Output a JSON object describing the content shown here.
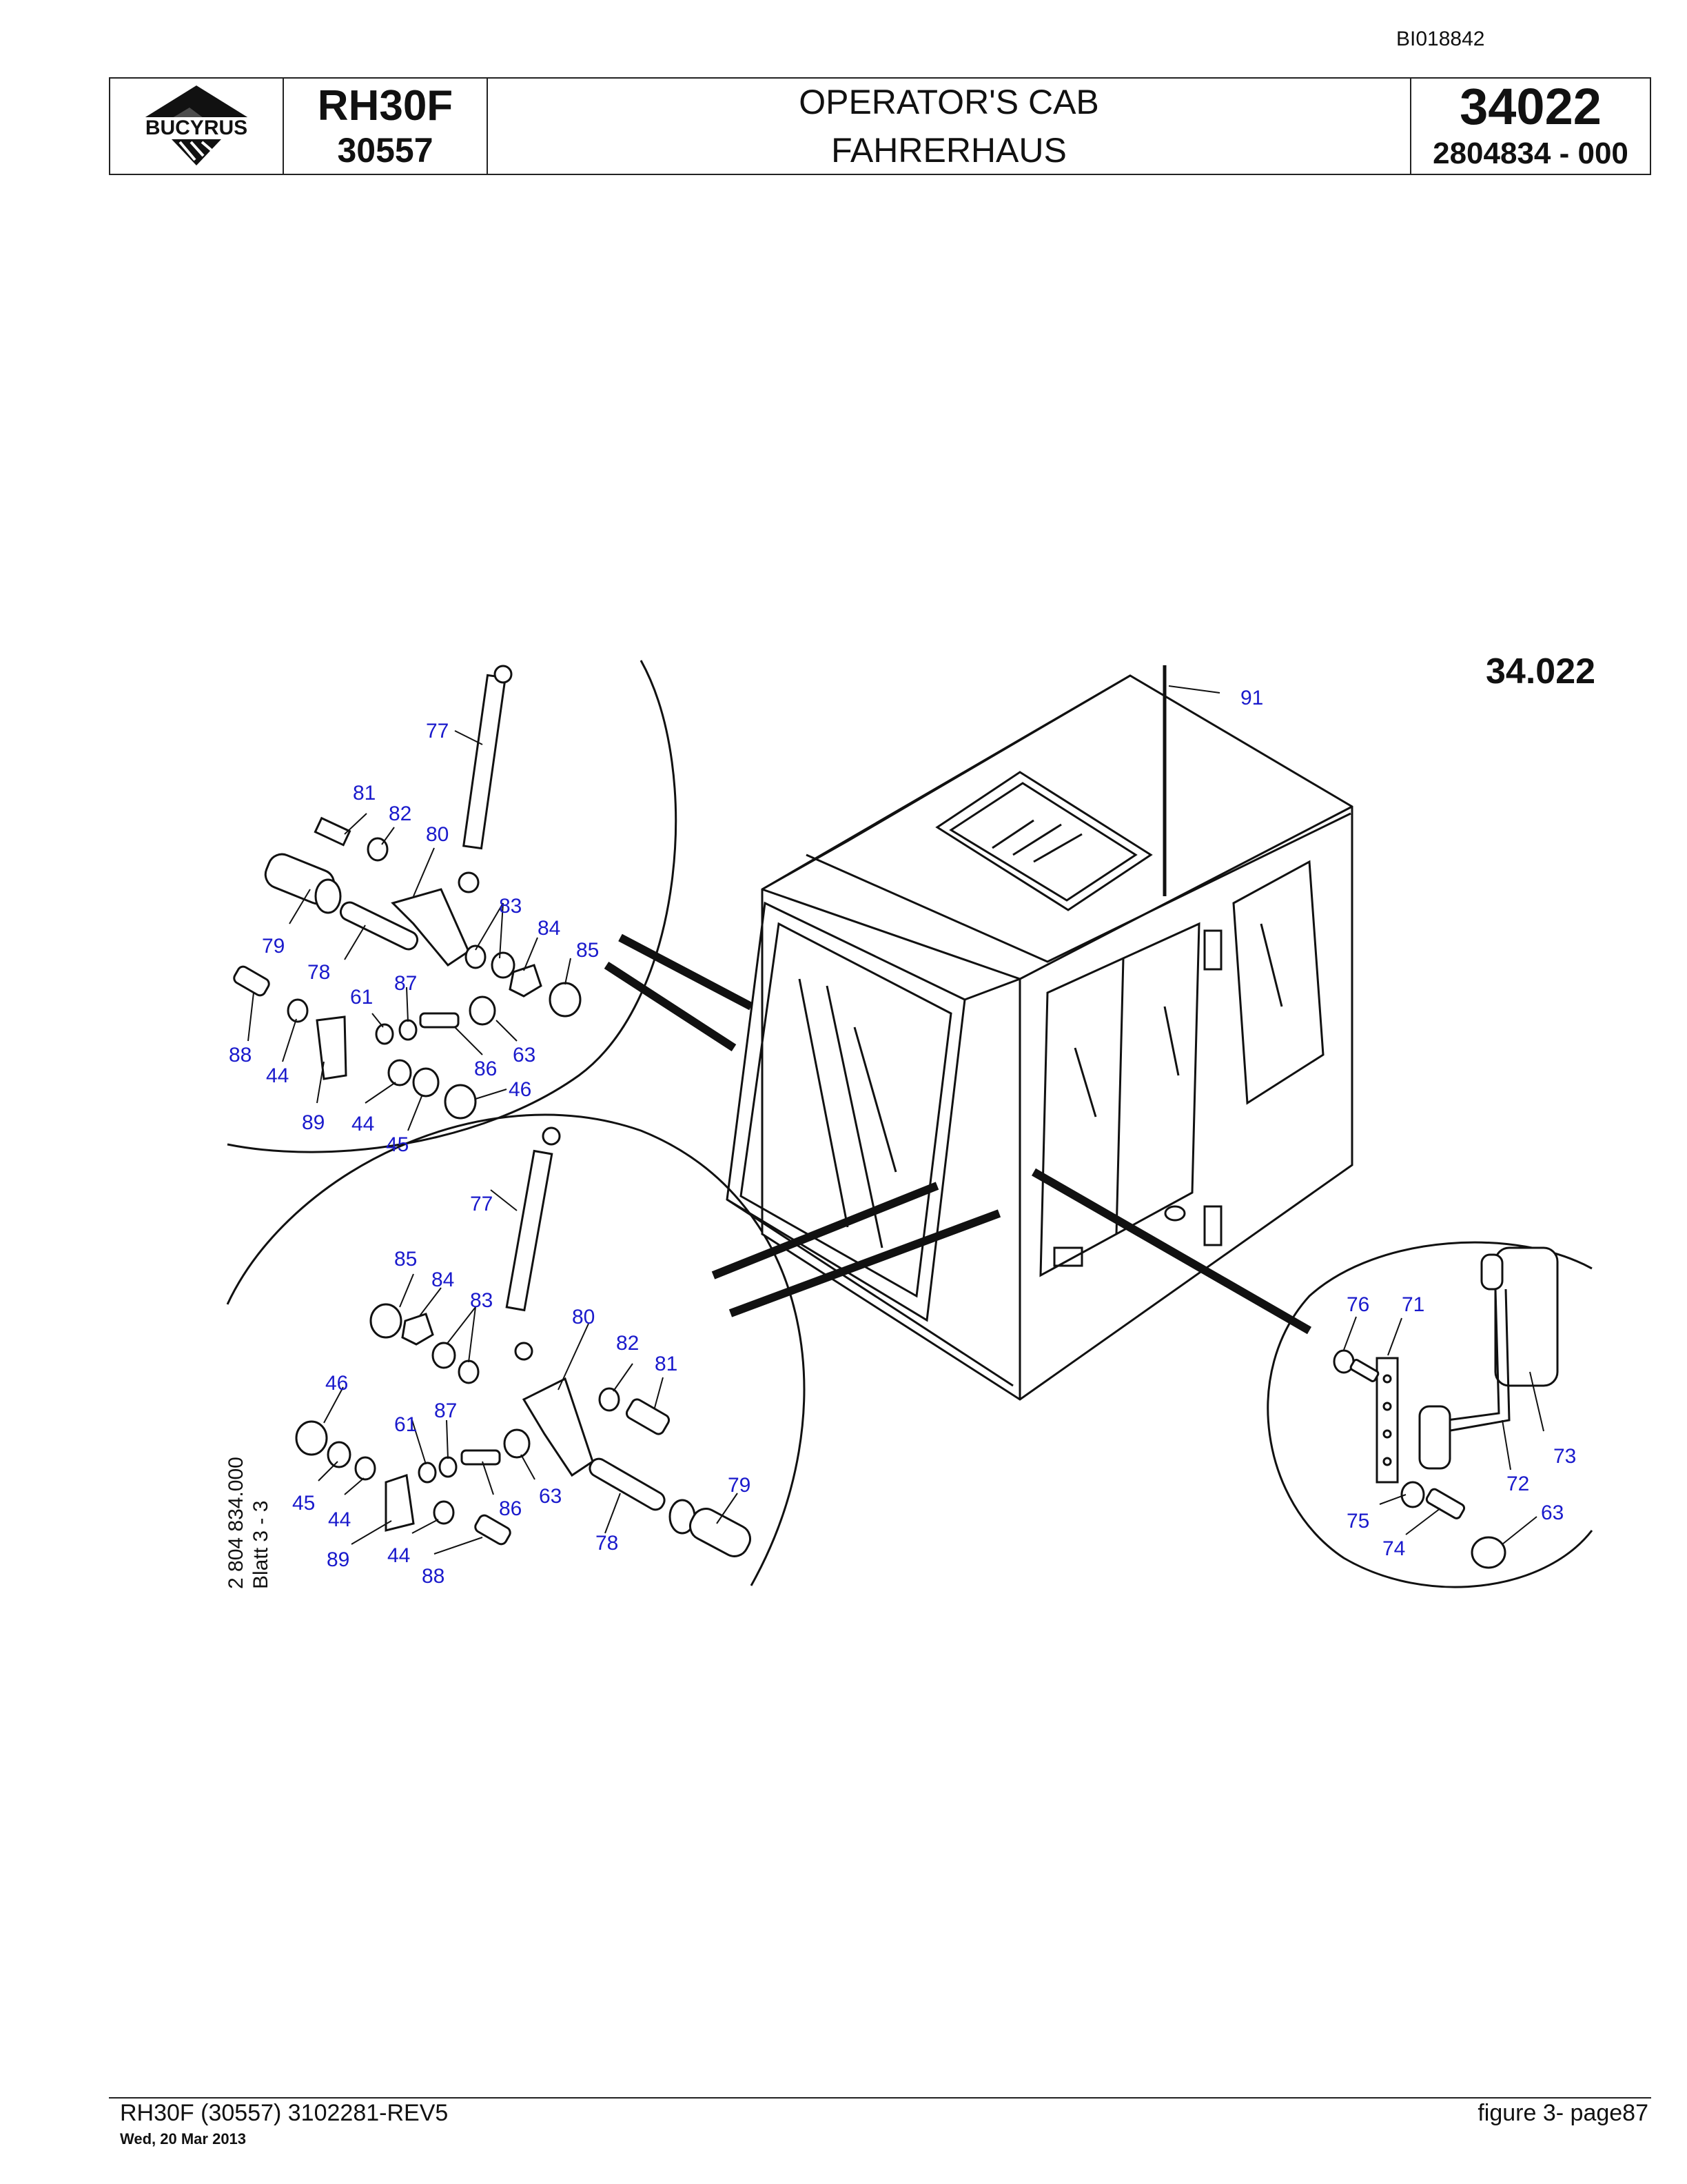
{
  "document": {
    "doc_id": "BI018842",
    "logo_text": "BUCYRUS",
    "model": "RH30F",
    "serial": "30557",
    "title_en": "OPERATOR'S CAB",
    "title_de": "FAHRERHAUS",
    "section_number": "34022",
    "part_number": "2804834  - 000",
    "figure_label": "34.022",
    "drawing_ref": "2 804 834.000",
    "sheet": "Blatt 3 - 3",
    "footer_left": "RH30F (30557) 3102281-REV5",
    "footer_date": "Wed, 20 Mar 2013",
    "footer_right": "figure  3- page87"
  },
  "callouts": {
    "c91": "91",
    "top_detail": {
      "c77": "77",
      "c81": "81",
      "c82": "82",
      "c80": "80",
      "c83": "83",
      "c84": "84",
      "c85": "85",
      "c79": "79",
      "c78": "78",
      "c61": "61",
      "c87": "87",
      "c88": "88",
      "c44a": "44",
      "c63": "63",
      "c86": "86",
      "c46": "46",
      "c89": "89",
      "c44b": "44",
      "c45": "45"
    },
    "bottom_detail": {
      "c77": "77",
      "c85": "85",
      "c84": "84",
      "c83": "83",
      "c80": "80",
      "c82": "82",
      "c81": "81",
      "c46": "46",
      "c61": "61",
      "c87": "87",
      "c45": "45",
      "c44a": "44",
      "c86": "86",
      "c63": "63",
      "c79": "79",
      "c89": "89",
      "c44b": "44",
      "c88": "88",
      "c78": "78"
    },
    "mirror_detail": {
      "c76": "76",
      "c71": "71",
      "c73": "73",
      "c72": "72",
      "c75": "75",
      "c63": "63",
      "c74": "74"
    }
  }
}
